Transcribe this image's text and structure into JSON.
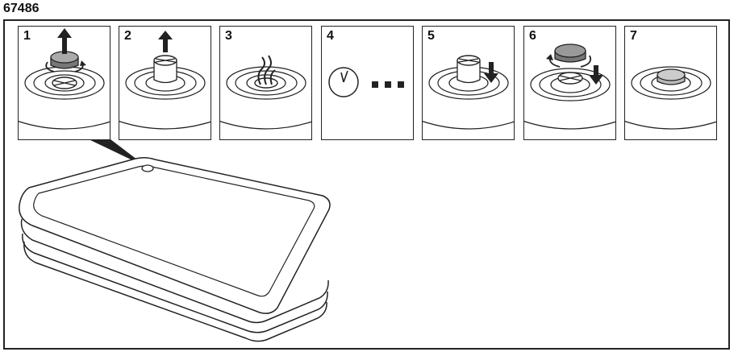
{
  "header": {
    "model_number": "67486"
  },
  "steps": [
    {
      "number": "1",
      "icon": "valve-cap-unscrew-icon"
    },
    {
      "number": "2",
      "icon": "valve-pull-up-icon"
    },
    {
      "number": "3",
      "icon": "valve-open-airflow-icon"
    },
    {
      "number": "4",
      "icon": "clock-wait-icon"
    },
    {
      "number": "5",
      "icon": "valve-push-down-icon"
    },
    {
      "number": "6",
      "icon": "valve-cap-screw-icon"
    },
    {
      "number": "7",
      "icon": "valve-closed-icon"
    }
  ],
  "illustration": {
    "icon": "air-mattress-icon"
  }
}
